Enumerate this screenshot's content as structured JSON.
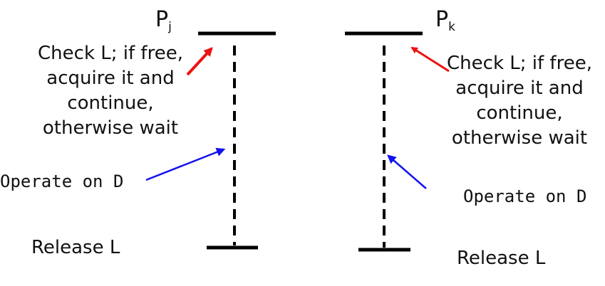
{
  "colors": {
    "line": "#000000",
    "red_arrow": "#ee1111",
    "blue_arrow": "#1111ee"
  },
  "process_j": {
    "label": "P",
    "subscript": "j",
    "check_text": [
      "Check L; if free,",
      "acquire it and",
      "continue,",
      "otherwise wait"
    ],
    "operate_text": "Operate on D",
    "release_text": "Release L"
  },
  "process_k": {
    "label": "P",
    "subscript": "k",
    "check_text": [
      "Check L; if free,",
      "acquire it and",
      "continue,",
      "otherwise wait"
    ],
    "operate_text": "Operate on D",
    "release_text": "Release L"
  }
}
